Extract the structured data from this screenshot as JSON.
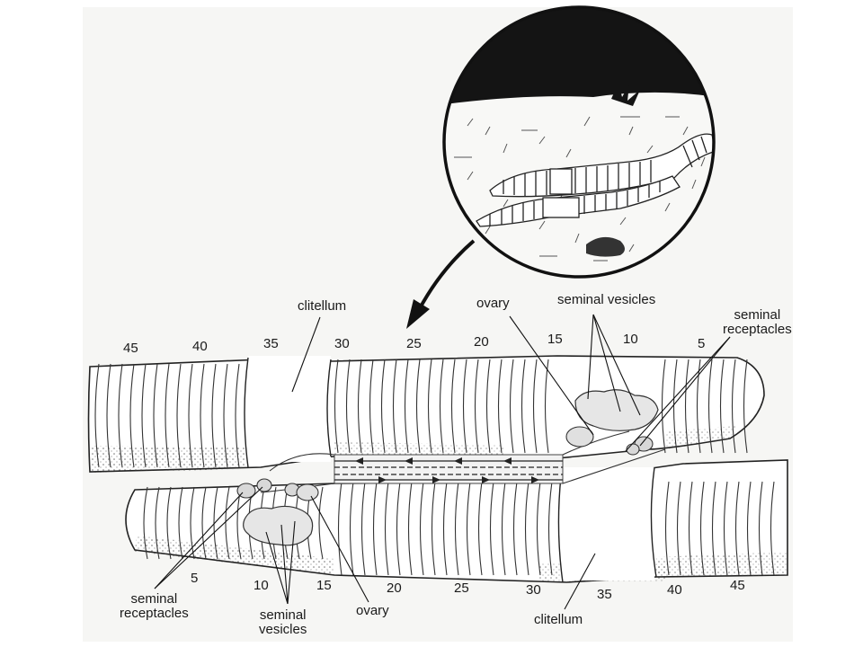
{
  "labels": {
    "clitellum_top": "clitellum",
    "ovary_top": "ovary",
    "seminal_vesicles_top": "seminal vesicles",
    "seminal_receptacles_top": "seminal\nreceptacles",
    "seminal_receptacles_bottom": "seminal\nreceptacles",
    "seminal_vesicles_bottom": "seminal\nvesicles",
    "ovary_bottom": "ovary",
    "clitellum_bottom": "clitellum"
  },
  "segment_numbers": {
    "top": [
      "45",
      "40",
      "35",
      "30",
      "25",
      "20",
      "15",
      "10",
      "5"
    ],
    "bottom": [
      "5",
      "10",
      "15",
      "20",
      "25",
      "30",
      "35",
      "40",
      "45"
    ]
  }
}
